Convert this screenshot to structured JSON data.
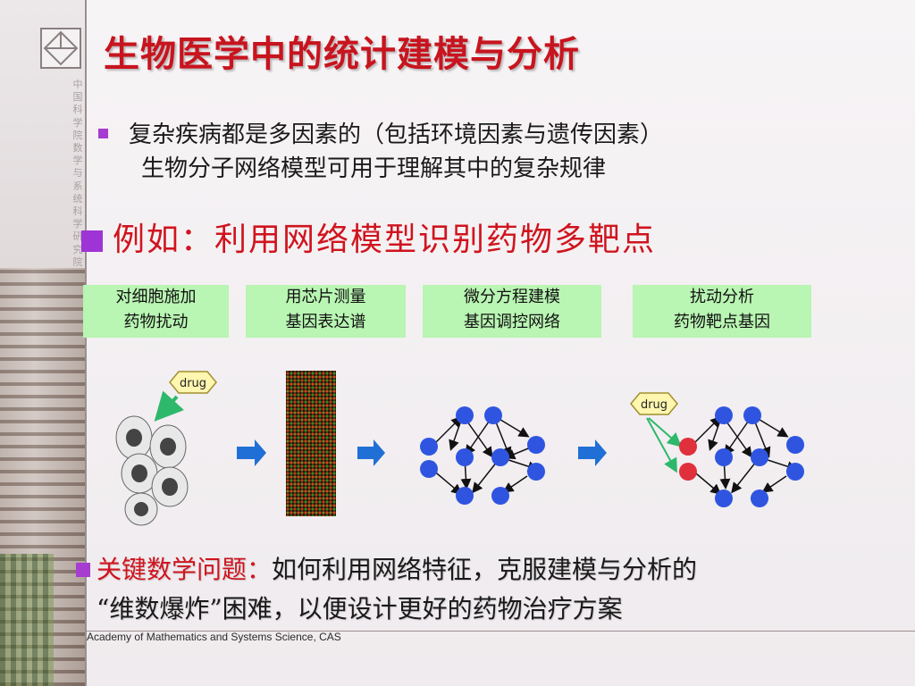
{
  "title": "生物医学中的统计建模与分析",
  "org_vertical": "中国科学院数学与系统科学研究院",
  "bullet1": {
    "line1": "复杂疾病都是多因素的（包括环境因素与遗传因素）",
    "line2": "生物分子网络模型可用于理解其中的复杂规律"
  },
  "example_heading": "例如：利用网络模型识别药物多靶点",
  "steps": [
    {
      "line1": "对细胞施加",
      "line2": "药物扰动"
    },
    {
      "line1": "用芯片测量",
      "line2": "基因表达谱"
    },
    {
      "line1": "微分方程建模",
      "line2": "基因调控网络"
    },
    {
      "line1": "扰动分析",
      "line2": "药物靶点基因"
    }
  ],
  "figure": {
    "drug_label_1": "drug",
    "drug_label_2": "drug"
  },
  "key_question": {
    "label": "关键数学问题：",
    "line1_rest": "如何利用网络特征，克服建模与分析的",
    "line2": "“维数爆炸”困难，以便设计更好的药物治疗方案"
  },
  "footer": "Academy of Mathematics and Systems Science, CAS",
  "colors": {
    "title_red": "#c8141e",
    "bullet_purple": "#a63cd0",
    "step_box_green": "#b9f5b3",
    "node_blue": "#2f55e0",
    "node_red": "#e0303c",
    "arrow_blue": "#1f6fd6"
  }
}
